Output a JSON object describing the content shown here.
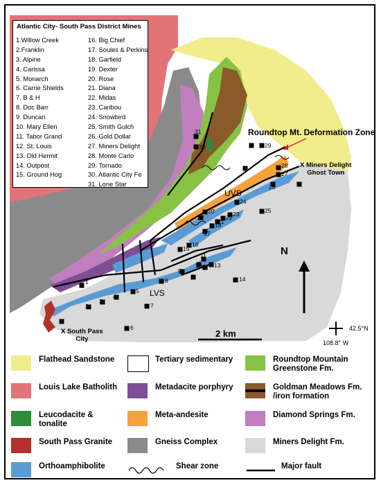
{
  "mine_table": {
    "title": "Atlantic City- South Pass District Mines",
    "col1": [
      "1.Willow Creek",
      "2.Franklin",
      "3. Alpine",
      "4. Carissa",
      "5. Monarch",
      "6. Carrie Shields",
      "7. B & H",
      "8. Doc Barr",
      "9. Duncan",
      "10. Mary Ellen",
      "11. Tabor Grand",
      "12. St. Louis",
      "13. Old Hermit",
      "14. Outpost",
      "15. Ground Hog"
    ],
    "col2": [
      "16. Big Chief",
      "17. Soules & Perkins",
      "18. Garfield",
      "19. Dexter",
      "20. Rose",
      "21. Diana",
      "22. Midas",
      "23. Caribou",
      "24. Snowbird",
      "25. Smith Gulch",
      "26. Gold Dollar",
      "27. Miners Delight",
      "28. Monte Carlo",
      "29. Tornado",
      "30. Atlantic City Fe",
      "31. Lone Star"
    ]
  },
  "map_labels": {
    "roundtop_zone": "Roundtop Mt. Deformation Zone",
    "miners_delight_town": "X Miners Delight\nGhost Town",
    "south_pass_city": "X South Pass\nCity",
    "uvs": "UVS",
    "lvs": "LVS",
    "north": "N",
    "scale": "2 km",
    "lat": "42.5°N",
    "lon": "108.8° W"
  },
  "mine_points": [
    {
      "id": "1"
    },
    {
      "id": "2"
    },
    {
      "id": "3"
    },
    {
      "id": "4"
    },
    {
      "id": "5"
    },
    {
      "id": "6"
    },
    {
      "id": "7"
    },
    {
      "id": "8"
    },
    {
      "id": "9"
    },
    {
      "id": "10"
    },
    {
      "id": "11"
    },
    {
      "id": "12"
    },
    {
      "id": "13"
    },
    {
      "id": "14"
    },
    {
      "id": "15"
    },
    {
      "id": "16"
    },
    {
      "id": "17"
    },
    {
      "id": "18"
    },
    {
      "id": "19"
    },
    {
      "id": "20"
    },
    {
      "id": "21"
    },
    {
      "id": "22"
    },
    {
      "id": "23"
    },
    {
      "id": "24"
    },
    {
      "id": "25"
    },
    {
      "id": "26"
    },
    {
      "id": "27"
    },
    {
      "id": "28"
    },
    {
      "id": "29"
    },
    {
      "id": "30"
    },
    {
      "id": "31"
    }
  ],
  "legend": [
    {
      "label": "Flathead Sandstone",
      "color": "#f1ed8c"
    },
    {
      "label": "Tertiary sedimentary",
      "color": "#ffffff"
    },
    {
      "label": "Roundtop Mountain\nGreenstone Fm.",
      "color": "#88c244"
    },
    {
      "label": "Louis Lake Batholith",
      "color": "#e27477"
    },
    {
      "label": "Metadacite porphyry",
      "color": "#7f4e94"
    },
    {
      "label": "Goldman Meadows Fm.\n/iron formation",
      "color": "#8a5a2b"
    },
    {
      "label": "Leucodacite &\ntonalite",
      "color": "#2f8a3a"
    },
    {
      "label": "Meta-andesite",
      "color": "#f6a23c"
    },
    {
      "label": "Diamond Springs Fm.",
      "color": "#c17fbf"
    },
    {
      "label": "South Pass Granite",
      "color": "#b3312c"
    },
    {
      "label": "Gneiss Complex",
      "color": "#8a8a8a"
    },
    {
      "label": "Miners Delight Fm.",
      "color": "#d9d9d9"
    },
    {
      "label": "Orthoamphibolite",
      "color": "#5a9bd5"
    },
    {
      "label": "Shear zone",
      "color": "#000000"
    },
    {
      "label": "Major fault",
      "color": "#000000"
    }
  ]
}
